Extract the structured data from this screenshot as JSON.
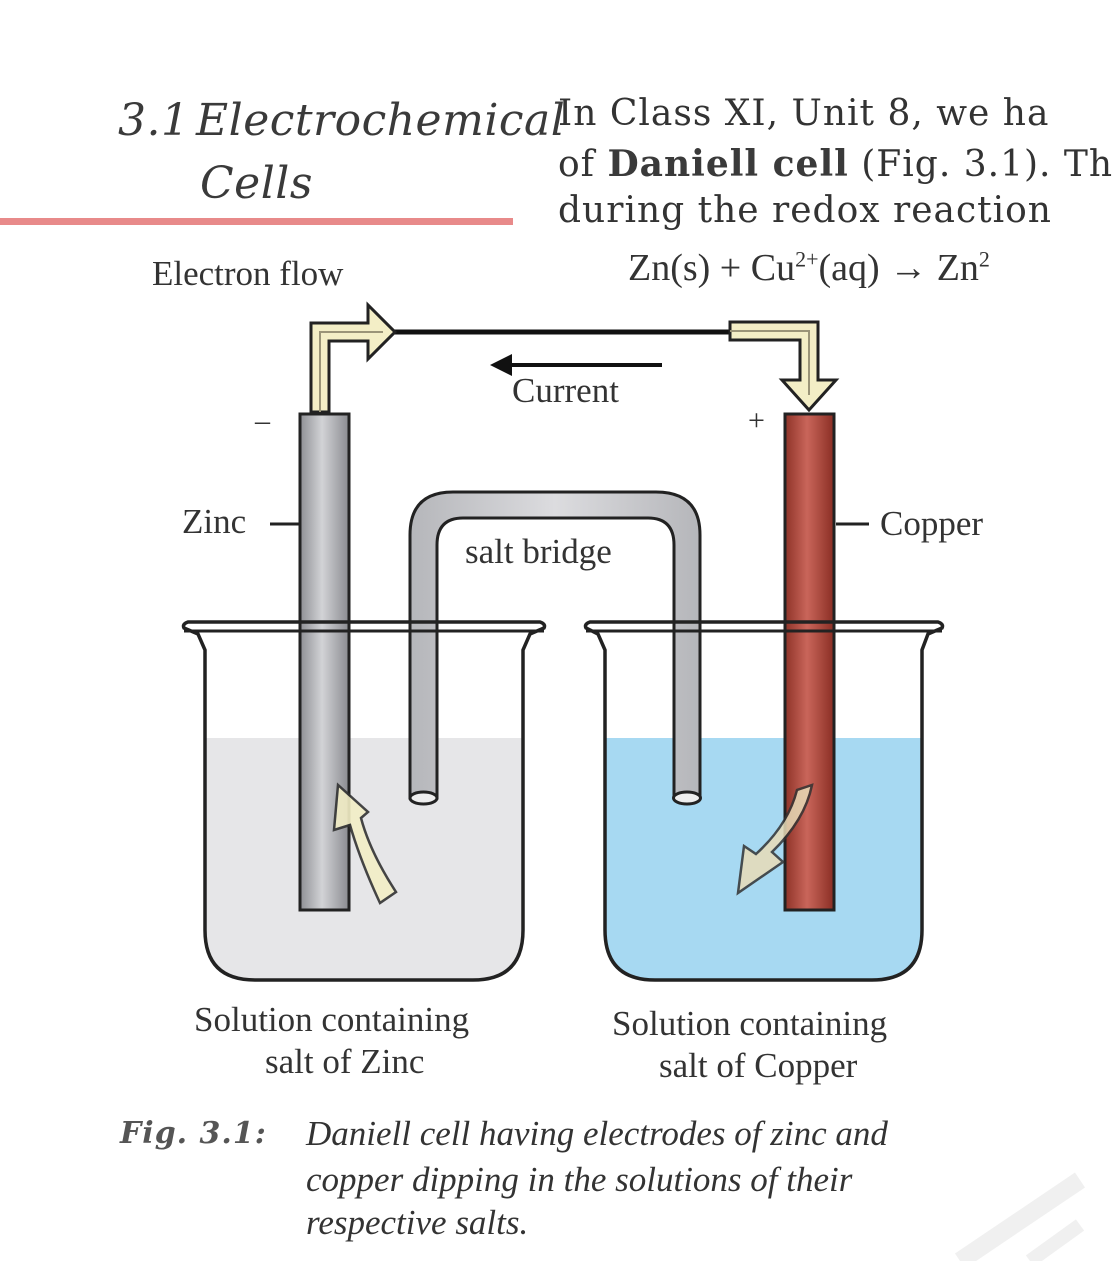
{
  "section": {
    "number": "3.1",
    "title_line1": "Electrochemical",
    "title_line2": "Cells"
  },
  "body": {
    "line1": "In Class XI, Unit 8, we ha",
    "line2_bold": "Daniell cell",
    "line2_pre": "of ",
    "line2_post": " (Fig. 3.1). Th",
    "line3": "during the redox reaction"
  },
  "equation": {
    "left": "Zn(s) + Cu",
    "sup": "2+",
    "mid": "(aq) → Zn",
    "sup2": "2"
  },
  "figure": {
    "electron_flow": "Electron flow",
    "current": "Current",
    "minus": "–",
    "plus": "+",
    "zinc": "Zinc",
    "copper": "Copper",
    "salt_bridge": "salt bridge",
    "left_solution_1": "Solution containing",
    "left_solution_2": "salt of Zinc",
    "right_solution_1": "Solution containing",
    "right_solution_2": "salt of Copper",
    "colors": {
      "zinc_rod": "#b8b9bd",
      "copper_rod": "#b5483c",
      "zinc_solution": "#e6e6e8",
      "copper_solution": "#a7d9f2",
      "arrow_fill": "#f3eec6"
    }
  },
  "caption": {
    "key": "Fig. 3.1:",
    "line1": "Daniell cell having electrodes of zinc and",
    "line2": "copper dipping in the solutions of their",
    "line3": "respective salts."
  }
}
